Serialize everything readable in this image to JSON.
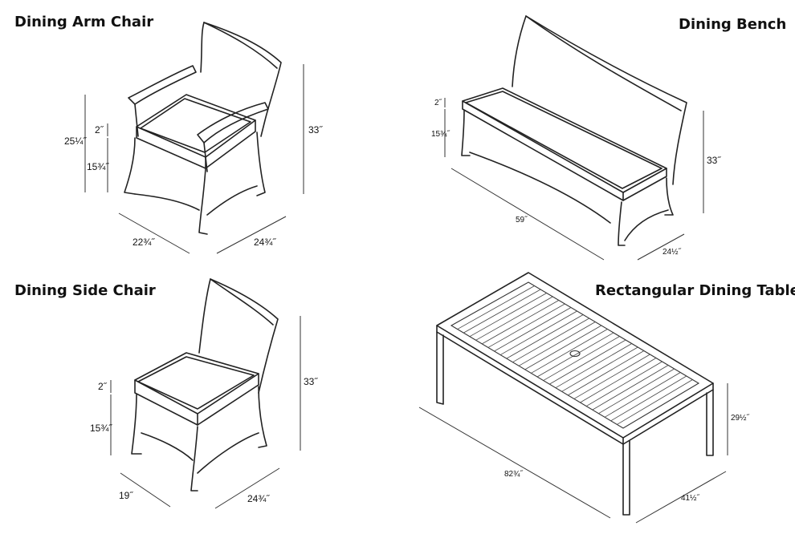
{
  "products": {
    "arm_chair": {
      "title": "Dining Arm Chair",
      "height": "33˝",
      "seat_height": "15¾˝",
      "arm_height": "25¼˝",
      "cushion": "2˝",
      "width": "22¾˝",
      "depth": "24¾˝"
    },
    "bench": {
      "title": "Dining Bench",
      "height": "33˝",
      "seat_height": "15¾˝",
      "cushion": "2˝",
      "width": "59˝",
      "depth": "24½˝"
    },
    "side_chair": {
      "title": "Dining Side Chair",
      "height": "33˝",
      "seat_height": "15¾˝",
      "cushion": "2˝",
      "width": "19˝",
      "depth": "24¾˝"
    },
    "table": {
      "title": "Rectangular Dining Table",
      "height": "29½˝",
      "length": "82¾˝",
      "width": "41½˝"
    }
  }
}
